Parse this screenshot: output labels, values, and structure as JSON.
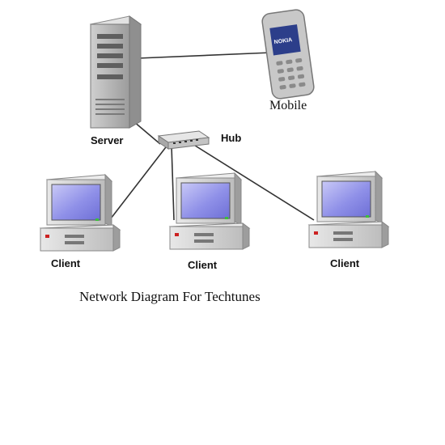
{
  "diagram": {
    "caption": "Network Diagram For Techtunes",
    "nodes": {
      "server": "Server",
      "hub": "Hub",
      "mobile": "Mobile",
      "client_1": "Client",
      "client_2": "Client",
      "client_3": "Client"
    },
    "phone_brand": "NOKIA",
    "colors": {
      "screen": "#8f90e8",
      "casing": "#d6d6d6",
      "line": "#333333"
    },
    "icons": [
      "server-tower-icon",
      "hub-icon",
      "mobile-phone-icon",
      "computer-icon"
    ]
  }
}
